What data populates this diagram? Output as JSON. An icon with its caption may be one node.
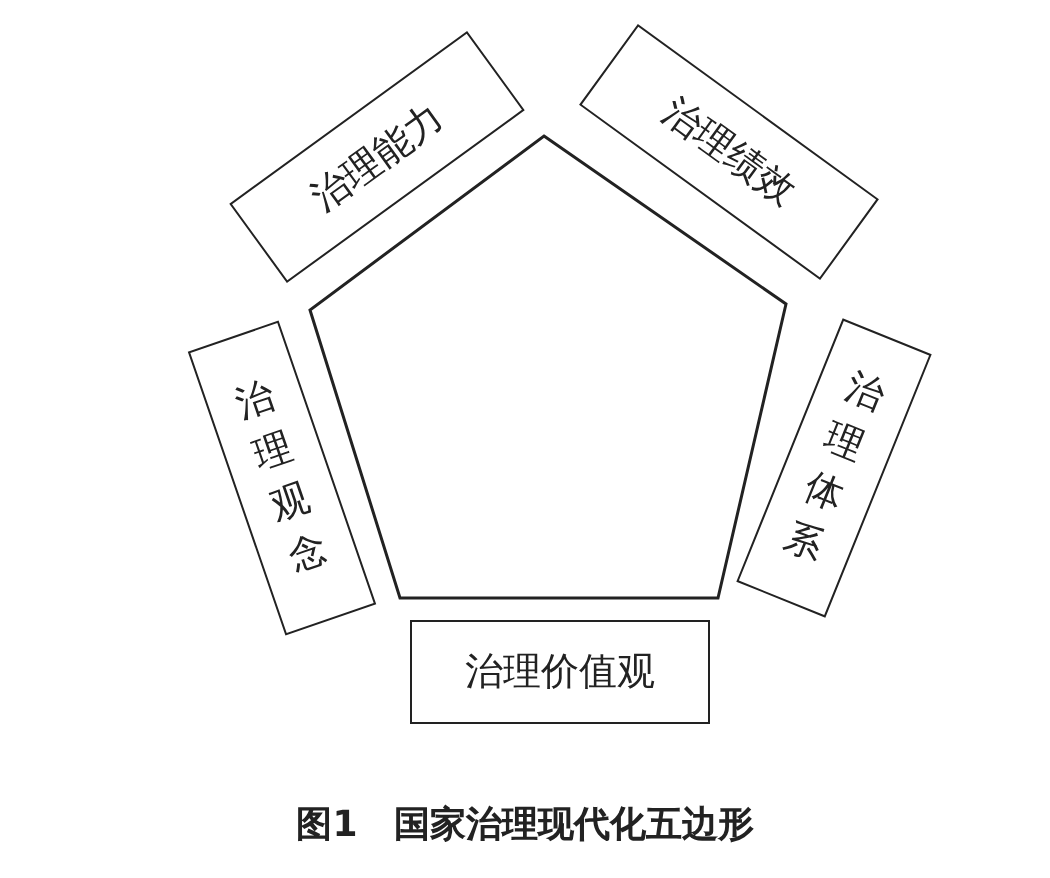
{
  "diagram": {
    "caption": "图1　国家治理现代化五边形",
    "nodes": [
      {
        "text": [
          "治理能力"
        ]
      },
      {
        "text": [
          "治理绩效"
        ]
      },
      {
        "text": [
          "治理观念"
        ]
      },
      {
        "text": [
          "治理体系"
        ]
      },
      {
        "text": [
          "治理价值观"
        ]
      },
      {
        "text": [],
        "shape": "pentagon"
      }
    ]
  }
}
